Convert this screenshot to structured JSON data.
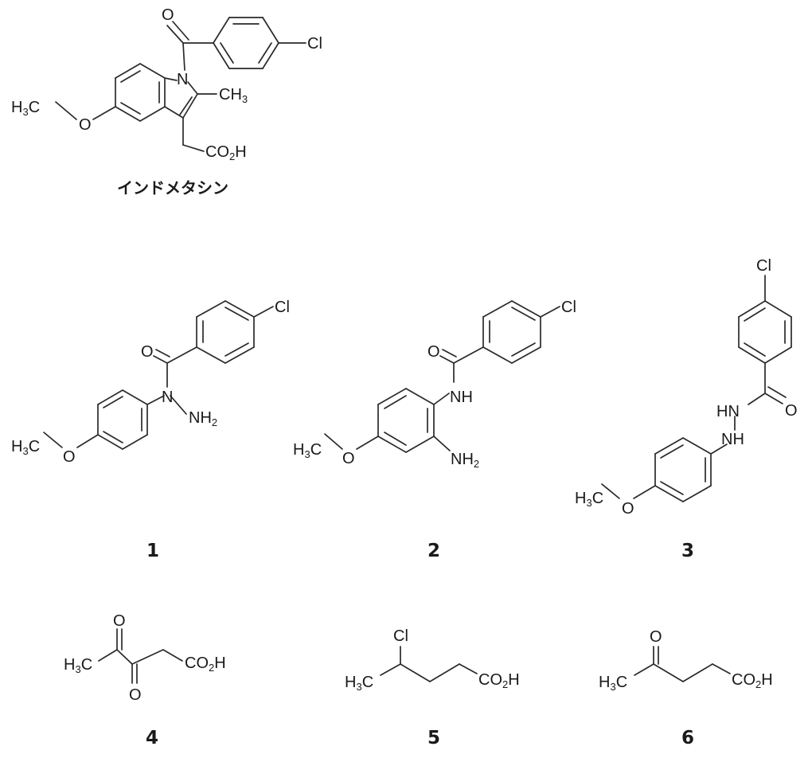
{
  "title_label": "インドメタシン",
  "compound_numbers": [
    "1",
    "2",
    "3",
    "4",
    "5",
    "6"
  ],
  "atoms": {
    "O": "O",
    "N": "N",
    "Cl": "Cl",
    "NH": "NH",
    "HN": "HN",
    "H": "H",
    "CH": "CH",
    "C": "C",
    "CO": "CO",
    "NH2_main": "NH",
    "sub2": "2",
    "sub3": "3"
  }
}
